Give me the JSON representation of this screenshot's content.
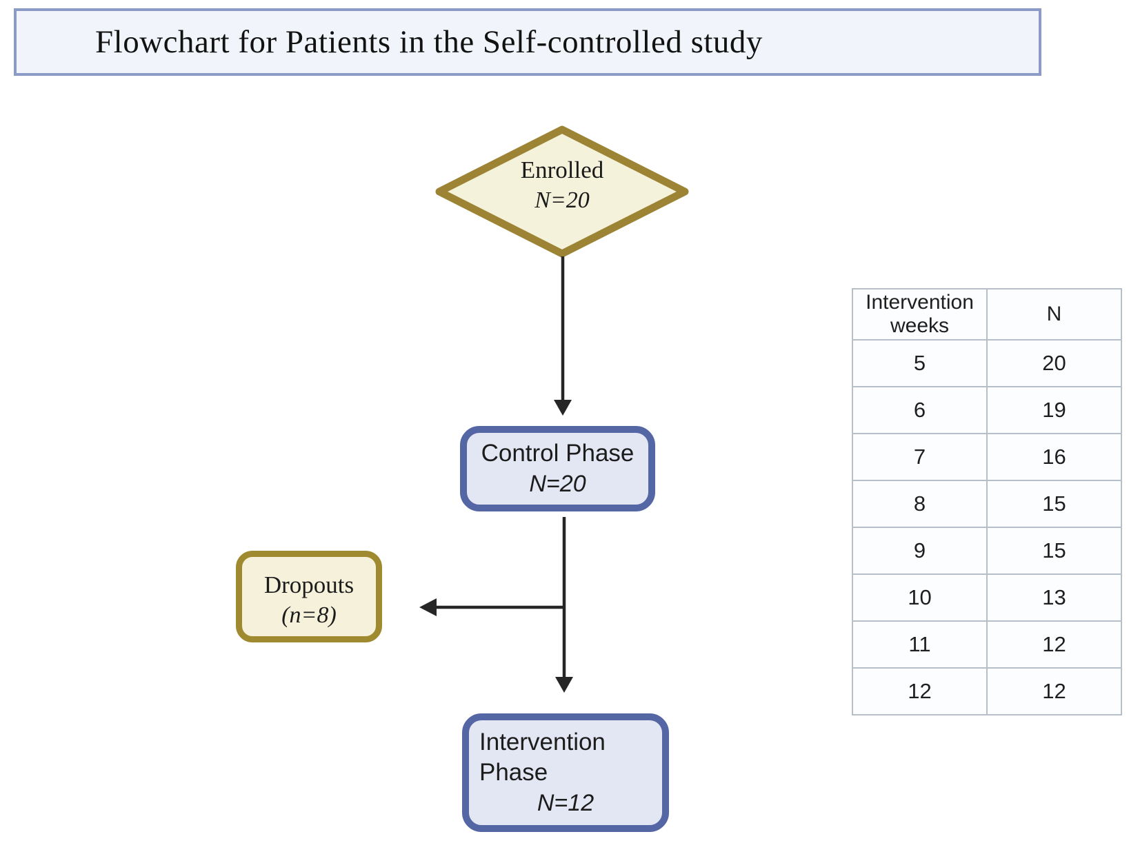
{
  "title": "Flowchart for Patients in the Self-controlled study",
  "flowchart": {
    "enrolled": {
      "label": "Enrolled",
      "count": "N=20"
    },
    "control": {
      "label": "Control Phase",
      "count": "N=20"
    },
    "dropouts": {
      "label": "Dropouts",
      "count": "(n=8)"
    },
    "intervention": {
      "label": "Intervention Phase",
      "count": "N=12"
    }
  },
  "table": {
    "headers": [
      "Intervention weeks",
      "N"
    ],
    "rows": [
      [
        "5",
        "20"
      ],
      [
        "6",
        "19"
      ],
      [
        "7",
        "16"
      ],
      [
        "8",
        "15"
      ],
      [
        "9",
        "15"
      ],
      [
        "10",
        "13"
      ],
      [
        "11",
        "12"
      ],
      [
        "12",
        "12"
      ]
    ]
  },
  "colors": {
    "gold_border": "#9c8434",
    "cream_fill": "#f5f2dc",
    "blue_border": "#5566a5",
    "lavender_fill": "#e3e6f3",
    "title_border": "#8b9bc5",
    "title_fill": "#f1f4fa",
    "arrow": "#262626",
    "table_border": "#b6bec8"
  }
}
